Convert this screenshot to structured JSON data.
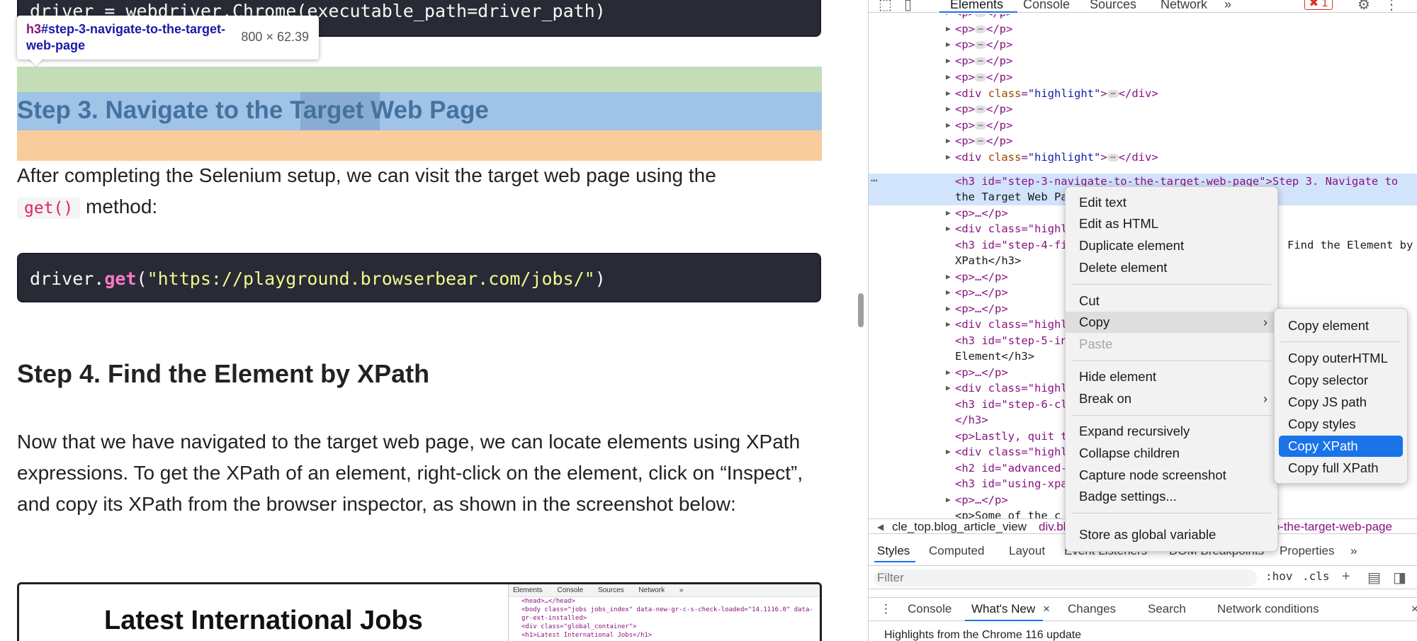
{
  "article": {
    "code_top": "driver = webdriver.Chrome(executable_path=driver_path)",
    "tooltip": {
      "tag": "h3",
      "selector": "#step-3-navigate-to-the-target-web-page",
      "size": "800 × 62.39"
    },
    "step3_heading": "Step 3. Navigate to the Target Web Page",
    "para1_text": "After completing the Selenium setup, we can visit the target web page using the",
    "para1_code": "get()",
    "para1_tail": " method:",
    "code_get": {
      "prefix": "driver.",
      "fn": "get",
      "open": "(",
      "str": "\"https://playground.browserbear.com/jobs/\"",
      "close": ")"
    },
    "step4_heading": "Step 4. Find the Element by XPath",
    "para2": "Now that we have navigated to the target web page, we can locate elements using XPath expressions. To get the XPath of an element, right-click on the element, click on “Inspect”, and copy its XPath from the browser inspector, as shown in the screenshot below:",
    "screenshot": {
      "title": "Latest International Jobs",
      "tabs": [
        "Elements",
        "Console",
        "Sources",
        "Network",
        "»"
      ],
      "lines": [
        "<head>…</head>",
        "<body class=\"jobs jobs_index\" data-new-gr-c-s-check-loaded=\"14.1116.0\" data-",
        "gr-ext-installed>",
        "<div class=\"global_container\">",
        "<h1>Latest International Jobs</h1>"
      ]
    }
  },
  "devtools": {
    "tabs": [
      "Elements",
      "Console",
      "Sources",
      "Network",
      "»"
    ],
    "error_count": "1",
    "dom_rows": [
      {
        "kind": "p",
        "text": "…"
      },
      {
        "kind": "p",
        "text": "…"
      },
      {
        "kind": "p",
        "text": "…"
      },
      {
        "kind": "p",
        "text": "…"
      },
      {
        "kind": "p",
        "text": "…"
      },
      {
        "kind": "div",
        "text": "<div class=\"highlight\">…</div>"
      },
      {
        "kind": "p",
        "text": "…"
      },
      {
        "kind": "p",
        "text": "…"
      },
      {
        "kind": "p",
        "text": "…"
      },
      {
        "kind": "div",
        "text": "<div class=\"highlight\">…</div>"
      }
    ],
    "selected_line1": "<h3 id=\"step-3-navigate-to-the-target-web-page\">Step 3. Navigate to",
    "selected_line2": "the Target Web Pa",
    "rows_after": [
      "<p>…</p>",
      "<div class=\"highl",
      "<h3 id=\"step-4-fi",
      "XPath</h3>",
      "<p>…</p>",
      "<p>…</p>",
      "<p>…</p>",
      "<div class=\"highl",
      "<h3 id=\"step-5-in",
      "Element</h3>",
      "<p>…</p>",
      "<div class=\"highl",
      "<h3 id=\"step-6-cl",
      "</h3>",
      "<p>Lastly, quit t",
      "<div class=\"highl",
      "<h2 id=\"advanced-",
      "<h3 id=\"using-xpa",
      "<p>…</p>",
      "<p>Some of the c"
    ],
    "row_step4_tail": "Find the Element by",
    "breadcrumbs": [
      "◀",
      "cle_top.blog_article_view",
      "div.bl",
      "to-the-target-web-page"
    ],
    "styles_tabs": [
      "Styles",
      "Computed",
      "Layout",
      "Event Listeners",
      "DOM Breakpoints",
      "Properties",
      "»"
    ],
    "filter_placeholder": "Filter",
    "hov": ":hov",
    "cls": ".cls",
    "drawer_tabs": [
      "⋮",
      "Console",
      "What's New",
      "×",
      "Changes",
      "Search",
      "Network conditions",
      "×"
    ],
    "drawer_text": "Highlights from the Chrome 116 update"
  },
  "context_menu": {
    "items": [
      "Edit text",
      "Edit as HTML",
      "Duplicate element",
      "Delete element",
      "Cut",
      "Copy",
      "Paste",
      "Hide element",
      "Break on",
      "Expand recursively",
      "Collapse children",
      "Capture node screenshot",
      "Badge settings...",
      "Store as global variable"
    ],
    "submenu": [
      "Copy element",
      "Copy outerHTML",
      "Copy selector",
      "Copy JS path",
      "Copy styles",
      "Copy XPath",
      "Copy full XPath"
    ]
  },
  "colors": {
    "accent": "#1a73e8",
    "highlight_content": "#9fc4e7",
    "highlight_margin": "#f8cc9d",
    "highlight_padding": "#c3deb7"
  }
}
